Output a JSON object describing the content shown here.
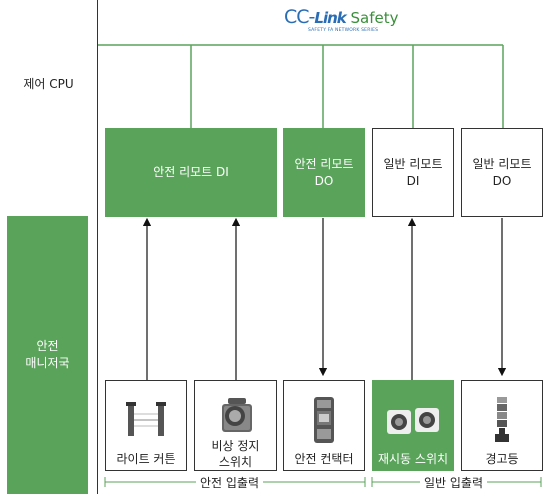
{
  "logo": {
    "main_cc": "CC-",
    "main_link": "Link",
    "main_safety": " Safety",
    "subtitle": "SAFETY FA NETWORK SERIES"
  },
  "cpu": {
    "label": "제어 CPU"
  },
  "master": {
    "label": "안전\n매니저국"
  },
  "remotes": [
    {
      "label": "안전 리모트 DI"
    },
    {
      "label": "안전 리모트\nDO"
    },
    {
      "label": "일반 리모트\nDI"
    },
    {
      "label": "일반 리모트\nDO"
    }
  ],
  "devices": [
    {
      "label": "라이트 커튼",
      "icon": "light-curtain-icon"
    },
    {
      "label": "비상 정지\n스위치",
      "icon": "emergency-stop-icon"
    },
    {
      "label": "안전 컨택터",
      "icon": "contactor-icon"
    },
    {
      "label": "재시동 스위치",
      "icon": "restart-switch-icon"
    },
    {
      "label": "경고등",
      "icon": "signal-tower-icon"
    }
  ],
  "groups": {
    "safety_io": "안전 입출력",
    "general_io": "일반 입출력"
  },
  "colors": {
    "safety_green": "#5aa35a",
    "line": "#333333",
    "logo_blue": "#2a6db5"
  }
}
